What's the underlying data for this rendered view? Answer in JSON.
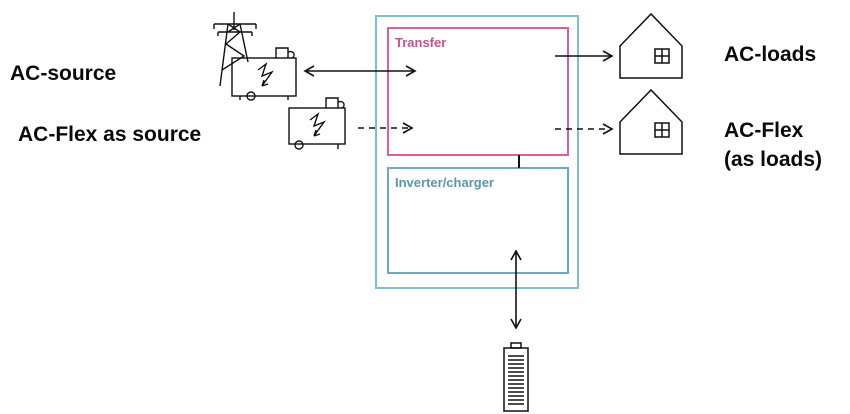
{
  "labels": {
    "ac_source": "AC-source",
    "ac_flex_source": "AC-Flex as source",
    "ac_loads": "AC-loads",
    "ac_flex_loads_line1": "AC-Flex",
    "ac_flex_loads_line2": "(as loads)"
  },
  "boxes": {
    "transfer": "Transfer",
    "inverter": "Inverter/charger"
  },
  "icons": {
    "grid_generator": "power-pylon-and-generator-icon",
    "flex_generator": "generator-icon",
    "house_loads": "house-icon",
    "house_flex": "house-icon",
    "battery": "battery-icon"
  },
  "colors": {
    "outer_frame": "#7cc0cf",
    "transfer_box": "#d9609a",
    "inverter_box": "#6aa9bf",
    "transfer_text": "#c9508a",
    "inverter_text": "#5a97ad",
    "ink": "#111111"
  }
}
